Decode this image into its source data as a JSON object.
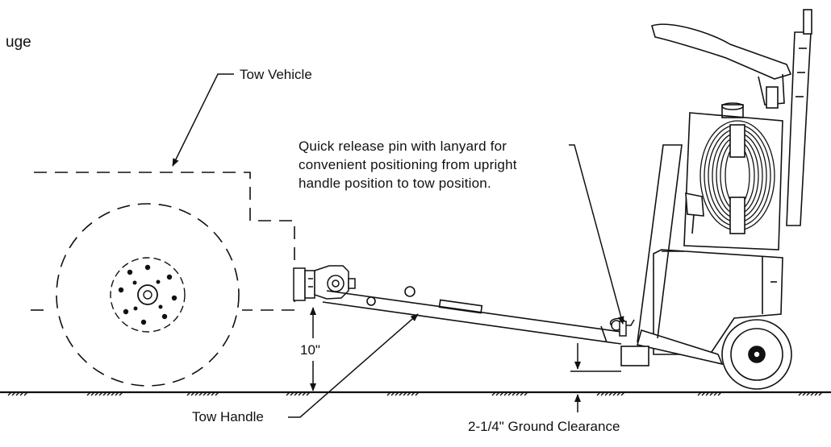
{
  "labels": {
    "partial_title": "uge",
    "tow_vehicle": "Tow Vehicle",
    "quick_release_note": [
      "Quick release pin with lanyard for",
      "convenient positioning from upright",
      "handle position to tow position."
    ],
    "height_dimension": "10\"",
    "tow_handle": "Tow Handle",
    "ground_clearance": "2-1/4\" Ground Clearance"
  },
  "colors": {
    "line": "#111111",
    "background": "#ffffff"
  }
}
